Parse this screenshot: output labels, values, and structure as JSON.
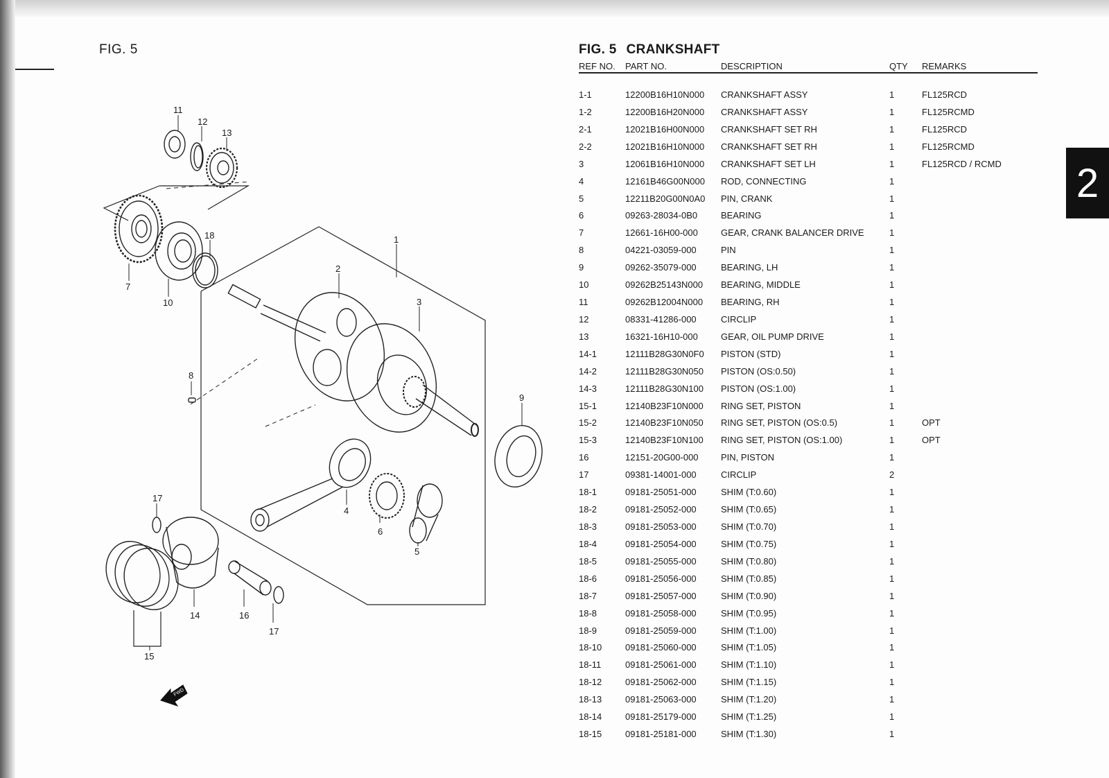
{
  "left_page": {
    "fig_label": "FIG. 5"
  },
  "header": {
    "fig": "FIG. 5",
    "title": "CRANKSHAFT"
  },
  "columns": {
    "ref": "REF NO.",
    "part": "PART NO.",
    "desc": "DESCRIPTION",
    "qty": "QTY",
    "remarks": "REMARKS"
  },
  "section_tab": "2",
  "diagram": {
    "callouts": [
      "1",
      "2",
      "3",
      "4",
      "5",
      "6",
      "7",
      "8",
      "9",
      "10",
      "11",
      "12",
      "13",
      "14",
      "15",
      "16",
      "17",
      "17",
      "18"
    ],
    "fwd_label": "FWD"
  },
  "parts": [
    {
      "ref": "1-1",
      "part": "12200B16H10N000",
      "desc": "CRANKSHAFT ASSY",
      "qty": "1",
      "remarks": "FL125RCD"
    },
    {
      "ref": "1-2",
      "part": "12200B16H20N000",
      "desc": "CRANKSHAFT ASSY",
      "qty": "1",
      "remarks": "FL125RCMD"
    },
    {
      "ref": "2-1",
      "part": "12021B16H00N000",
      "desc": "CRANKSHAFT SET RH",
      "qty": "1",
      "remarks": "FL125RCD"
    },
    {
      "ref": "2-2",
      "part": "12021B16H10N000",
      "desc": "CRANKSHAFT SET RH",
      "qty": "1",
      "remarks": "FL125RCMD"
    },
    {
      "ref": "3",
      "part": "12061B16H10N000",
      "desc": "CRANKSHAFT SET LH",
      "qty": "1",
      "remarks": "FL125RCD / RCMD"
    },
    {
      "ref": "4",
      "part": "12161B46G00N000",
      "desc": "ROD, CONNECTING",
      "qty": "1",
      "remarks": ""
    },
    {
      "ref": "5",
      "part": "12211B20G00N0A0",
      "desc": "PIN, CRANK",
      "qty": "1",
      "remarks": ""
    },
    {
      "ref": "6",
      "part": "09263-28034-0B0",
      "desc": "BEARING",
      "qty": "1",
      "remarks": ""
    },
    {
      "ref": "7",
      "part": "12661-16H00-000",
      "desc": "GEAR, CRANK BALANCER DRIVE",
      "qty": "1",
      "remarks": ""
    },
    {
      "ref": "8",
      "part": "04221-03059-000",
      "desc": "PIN",
      "qty": "1",
      "remarks": ""
    },
    {
      "ref": "9",
      "part": "09262-35079-000",
      "desc": "BEARING, LH",
      "qty": "1",
      "remarks": ""
    },
    {
      "ref": "10",
      "part": "09262B25143N000",
      "desc": "BEARING, MIDDLE",
      "qty": "1",
      "remarks": ""
    },
    {
      "ref": "11",
      "part": "09262B12004N000",
      "desc": "BEARING, RH",
      "qty": "1",
      "remarks": ""
    },
    {
      "ref": "12",
      "part": "08331-41286-000",
      "desc": "CIRCLIP",
      "qty": "1",
      "remarks": ""
    },
    {
      "ref": "13",
      "part": "16321-16H10-000",
      "desc": "GEAR, OIL PUMP DRIVE",
      "qty": "1",
      "remarks": ""
    },
    {
      "ref": "14-1",
      "part": "12111B28G30N0F0",
      "desc": "PISTON (STD)",
      "qty": "1",
      "remarks": ""
    },
    {
      "ref": "14-2",
      "part": "12111B28G30N050",
      "desc": "PISTON (OS:0.50)",
      "qty": "1",
      "remarks": ""
    },
    {
      "ref": "14-3",
      "part": "12111B28G30N100",
      "desc": "PISTON (OS:1.00)",
      "qty": "1",
      "remarks": ""
    },
    {
      "ref": "15-1",
      "part": "12140B23F10N000",
      "desc": "RING SET, PISTON",
      "qty": "1",
      "remarks": ""
    },
    {
      "ref": "15-2",
      "part": "12140B23F10N050",
      "desc": "RING SET, PISTON (OS:0.5)",
      "qty": "1",
      "remarks": "OPT"
    },
    {
      "ref": "15-3",
      "part": "12140B23F10N100",
      "desc": "RING SET, PISTON (OS:1.00)",
      "qty": "1",
      "remarks": "OPT"
    },
    {
      "ref": "16",
      "part": "12151-20G00-000",
      "desc": "PIN, PISTON",
      "qty": "1",
      "remarks": ""
    },
    {
      "ref": "17",
      "part": "09381-14001-000",
      "desc": "CIRCLIP",
      "qty": "2",
      "remarks": ""
    },
    {
      "ref": "18-1",
      "part": "09181-25051-000",
      "desc": "SHIM (T:0.60)",
      "qty": "1",
      "remarks": ""
    },
    {
      "ref": "18-2",
      "part": "09181-25052-000",
      "desc": "SHIM (T:0.65)",
      "qty": "1",
      "remarks": ""
    },
    {
      "ref": "18-3",
      "part": "09181-25053-000",
      "desc": "SHIM (T:0.70)",
      "qty": "1",
      "remarks": ""
    },
    {
      "ref": "18-4",
      "part": "09181-25054-000",
      "desc": "SHIM (T:0.75)",
      "qty": "1",
      "remarks": ""
    },
    {
      "ref": "18-5",
      "part": "09181-25055-000",
      "desc": "SHIM (T:0.80)",
      "qty": "1",
      "remarks": ""
    },
    {
      "ref": "18-6",
      "part": "09181-25056-000",
      "desc": "SHIM (T:0.85)",
      "qty": "1",
      "remarks": ""
    },
    {
      "ref": "18-7",
      "part": "09181-25057-000",
      "desc": "SHIM (T:0.90)",
      "qty": "1",
      "remarks": ""
    },
    {
      "ref": "18-8",
      "part": "09181-25058-000",
      "desc": "SHIM (T:0.95)",
      "qty": "1",
      "remarks": ""
    },
    {
      "ref": "18-9",
      "part": "09181-25059-000",
      "desc": "SHIM (T:1.00)",
      "qty": "1",
      "remarks": ""
    },
    {
      "ref": "18-10",
      "part": "09181-25060-000",
      "desc": "SHIM (T:1.05)",
      "qty": "1",
      "remarks": ""
    },
    {
      "ref": "18-11",
      "part": "09181-25061-000",
      "desc": "SHIM (T:1.10)",
      "qty": "1",
      "remarks": ""
    },
    {
      "ref": "18-12",
      "part": "09181-25062-000",
      "desc": "SHIM (T:1.15)",
      "qty": "1",
      "remarks": ""
    },
    {
      "ref": "18-13",
      "part": "09181-25063-000",
      "desc": "SHIM (T:1.20)",
      "qty": "1",
      "remarks": ""
    },
    {
      "ref": "18-14",
      "part": "09181-25179-000",
      "desc": "SHIM (T:1.25)",
      "qty": "1",
      "remarks": ""
    },
    {
      "ref": "18-15",
      "part": "09181-25181-000",
      "desc": "SHIM (T:1.30)",
      "qty": "1",
      "remarks": ""
    }
  ]
}
